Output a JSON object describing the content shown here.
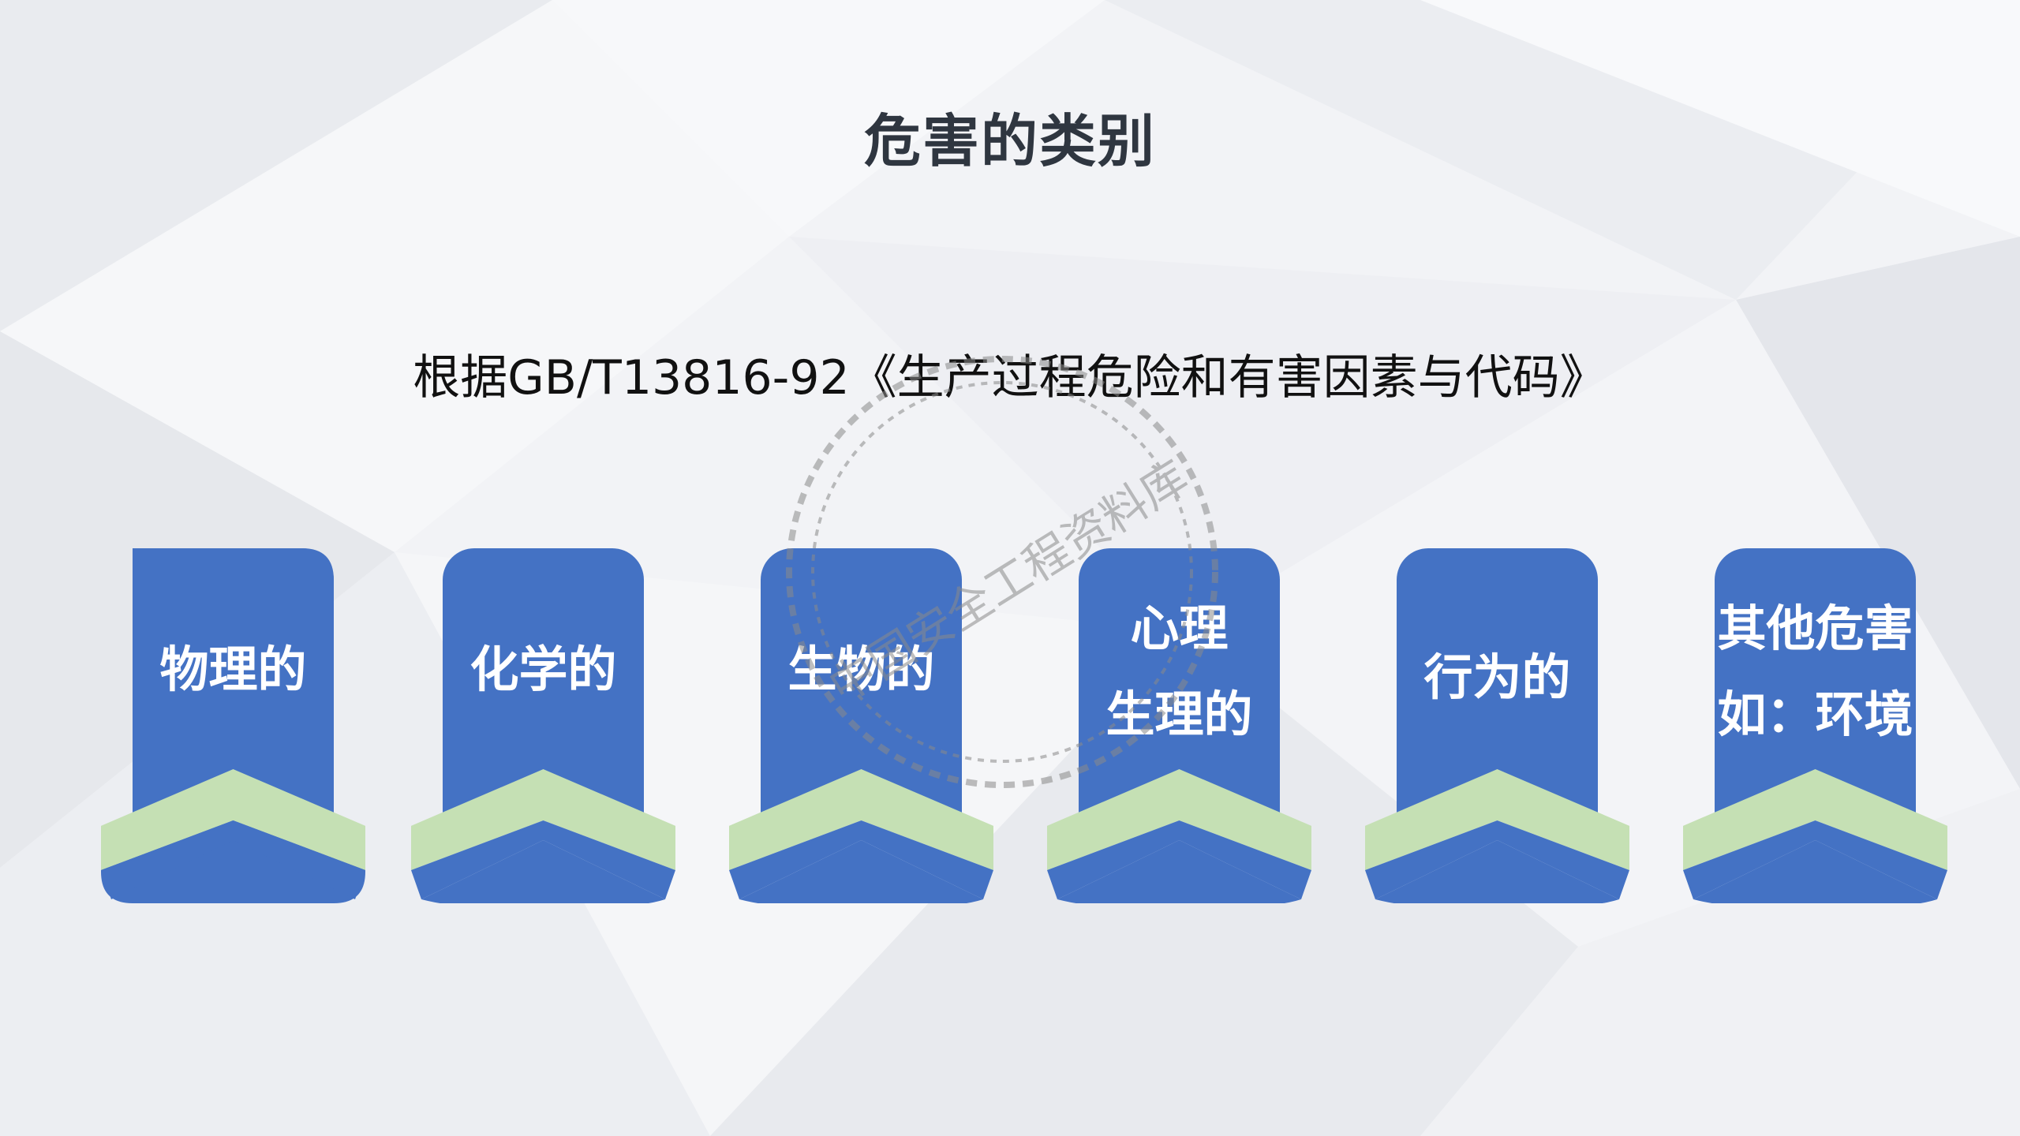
{
  "slide": {
    "title": "危害的类别",
    "subtitle": "根据GB/T13816-92《生产过程危险和有害因素与代码》"
  },
  "categories": [
    {
      "lines": [
        "物理的"
      ]
    },
    {
      "lines": [
        "化学的"
      ]
    },
    {
      "lines": [
        "生物的"
      ]
    },
    {
      "lines": [
        "心理",
        "生理的"
      ]
    },
    {
      "lines": [
        "行为的"
      ]
    },
    {
      "lines": [
        "其他危害",
        "如：环境"
      ]
    }
  ],
  "watermark": {
    "text": "中国安全工程资料库"
  },
  "colors": {
    "banner_blue": "#4472c4",
    "chevron_green": "#c5e0b4",
    "title_text": "#2f3640",
    "watermark_gray": "#8a8a8a"
  }
}
